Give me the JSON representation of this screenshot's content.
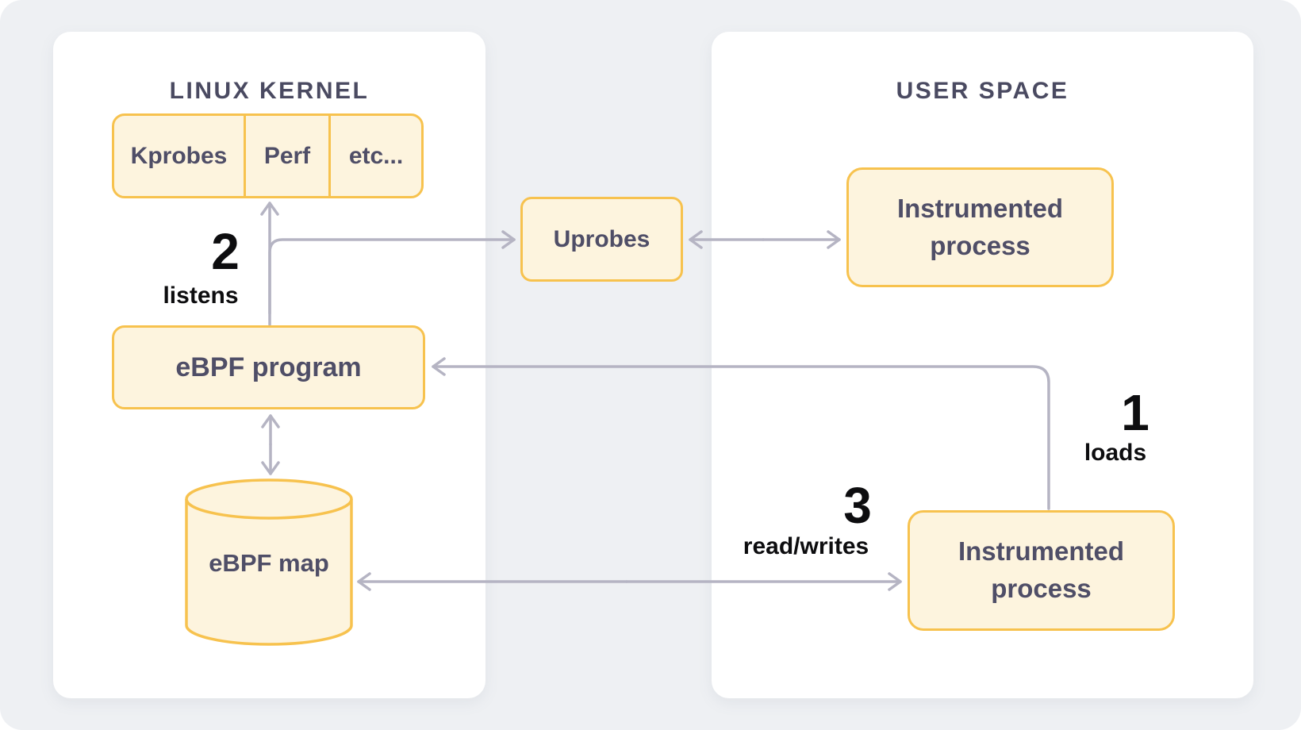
{
  "diagram": {
    "panels": {
      "kernel": {
        "title": "LINUX KERNEL"
      },
      "user_space": {
        "title": "USER SPACE"
      }
    },
    "nodes": {
      "kprobes": {
        "label": "Kprobes"
      },
      "perf": {
        "label": "Perf"
      },
      "etc": {
        "label": "etc..."
      },
      "uprobes": {
        "label": "Uprobes"
      },
      "instrumented_process_top": {
        "label": "Instrumented process"
      },
      "ebpf_program": {
        "label": "eBPF program"
      },
      "ebpf_map": {
        "label": "eBPF map"
      },
      "instrumented_process_bottom": {
        "label": "Instrumented process"
      }
    },
    "steps": {
      "step1": {
        "number": "1",
        "label": "loads"
      },
      "step2": {
        "number": "2",
        "label": "listens"
      },
      "step3": {
        "number": "3",
        "label": "read/writes"
      }
    },
    "edges": [
      {
        "from": "ebpf_program",
        "to": "kprobes_perf_etc",
        "direction": "one-way",
        "step": "2 listens"
      },
      {
        "from": "ebpf_program",
        "to": "uprobes",
        "direction": "one-way",
        "step": "2 listens"
      },
      {
        "from": "uprobes",
        "to": "instrumented_process_top",
        "direction": "two-way",
        "step": ""
      },
      {
        "from": "instrumented_process_bottom",
        "to": "ebpf_program",
        "direction": "one-way",
        "step": "1 loads"
      },
      {
        "from": "ebpf_program",
        "to": "ebpf_map",
        "direction": "two-way",
        "step": ""
      },
      {
        "from": "ebpf_map",
        "to": "instrumented_process_bottom",
        "direction": "two-way",
        "step": "3 read/writes"
      }
    ]
  },
  "colors": {
    "canvas_bg": "#eef0f3",
    "panel_bg": "#ffffff",
    "node_fill": "#fdf4de",
    "node_border": "#f7c24e",
    "arrow": "#b5b4c3",
    "heading_text": "#4a4a61",
    "node_text": "#4f4e67",
    "step_text": "#0d0d0f"
  }
}
